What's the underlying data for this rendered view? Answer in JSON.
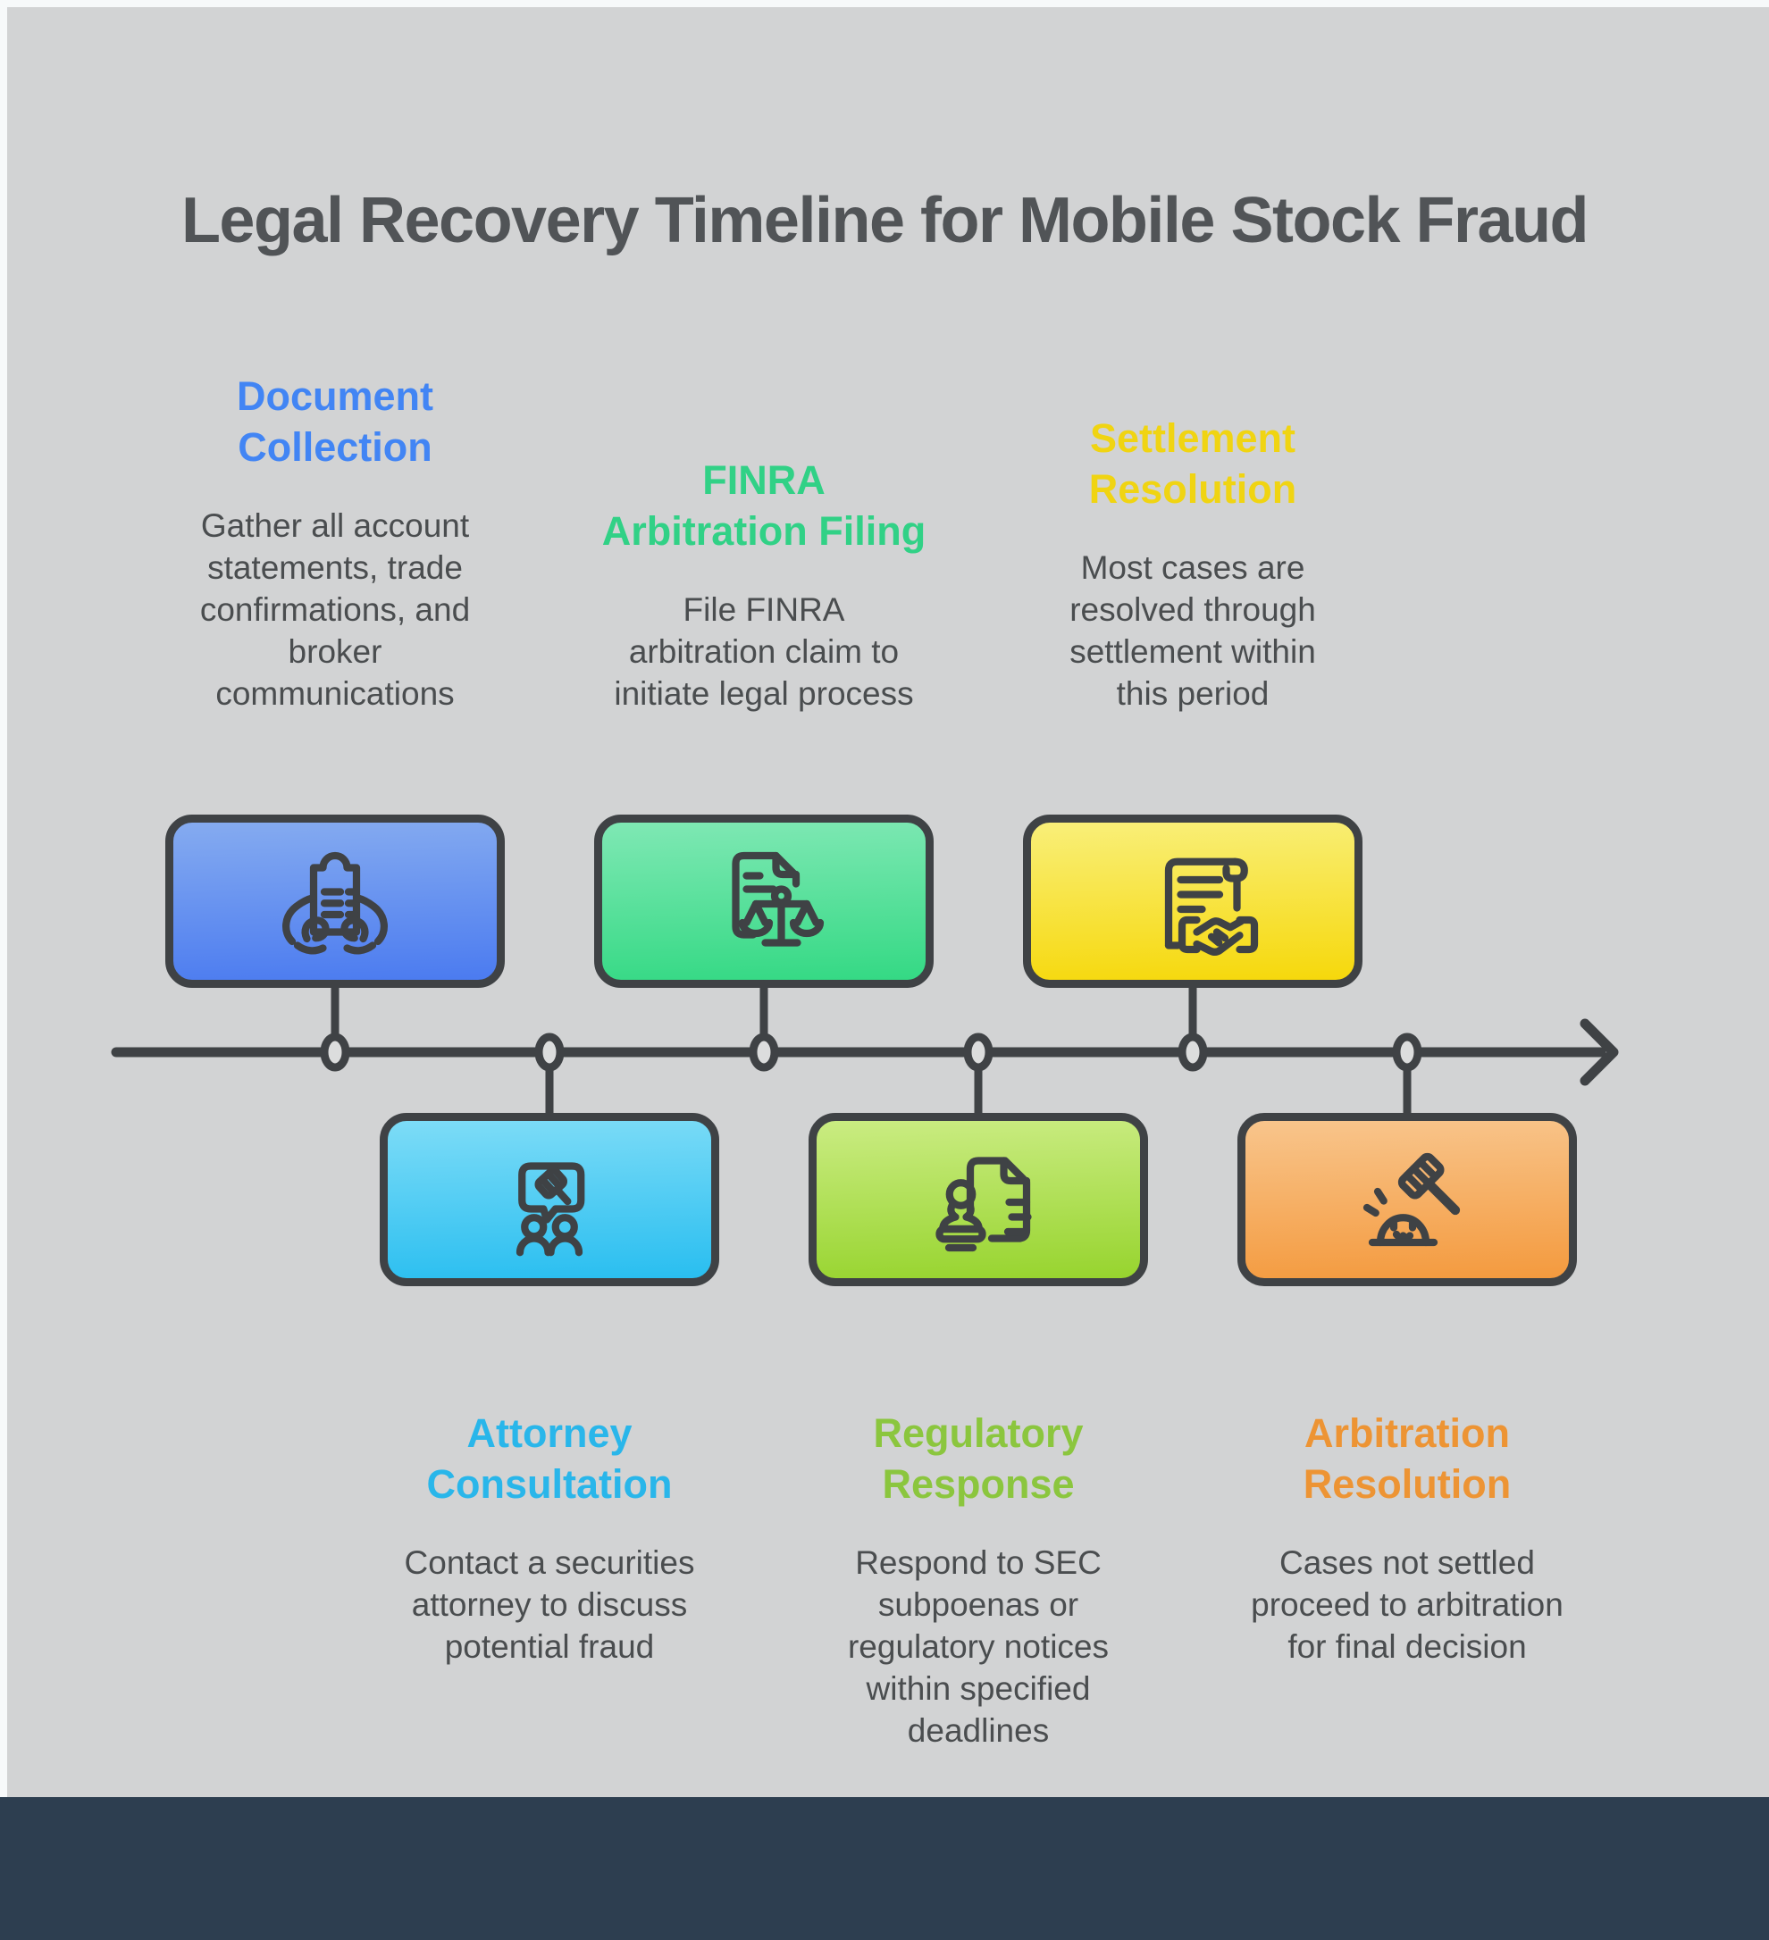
{
  "title": "Legal Recovery Timeline for Mobile Stock Fraud",
  "colors": {
    "page_edge": "#f7f9fa",
    "background": "#d2d3d4",
    "footer": "#2d3e50",
    "outline": "#3f4245",
    "title_text": "#515457",
    "body_text": "#4a4d4f",
    "node_fill": "#dcdddd"
  },
  "timeline": {
    "orientation": "horizontal",
    "direction": "left-to-right",
    "node_count": 6,
    "arrow": "right"
  },
  "stages": [
    {
      "order": 1,
      "position": "above",
      "heading_lines": [
        "Document",
        "Collection"
      ],
      "heading_color": "#4285f4",
      "body": "Gather all account statements, trade confirmations, and broker communications",
      "box_top_color": "#85abf0",
      "box_bottom_color": "#4b7bf0",
      "icon": "hands-holding-clipboard-icon"
    },
    {
      "order": 2,
      "position": "below",
      "heading_lines": [
        "Attorney",
        "Consultation"
      ],
      "heading_color": "#29b6ea",
      "body": "Contact a securities attorney to discuss potential fraud",
      "box_top_color": "#7ddcf7",
      "box_bottom_color": "#29bef0",
      "icon": "consultation-gavel-speech-icon"
    },
    {
      "order": 3,
      "position": "above",
      "heading_lines": [
        "FINRA",
        "Arbitration Filing"
      ],
      "heading_color": "#31d186",
      "body": "File FINRA arbitration claim to initiate legal process",
      "box_top_color": "#7fe8b4",
      "box_bottom_color": "#34d984",
      "icon": "document-scales-icon"
    },
    {
      "order": 4,
      "position": "below",
      "heading_lines": [
        "Regulatory",
        "Response"
      ],
      "heading_color": "#8bc63e",
      "body": "Respond to SEC subpoenas or regulatory notices within specified deadlines",
      "box_top_color": "#caec82",
      "box_bottom_color": "#97d42e",
      "icon": "document-approval-stamp-icon"
    },
    {
      "order": 5,
      "position": "above",
      "heading_lines": [
        "Settlement",
        "Resolution"
      ],
      "heading_color": "#f0d412",
      "body": "Most cases are resolved through settlement within this period",
      "box_top_color": "#f9ef79",
      "box_bottom_color": "#f6d80b",
      "icon": "scroll-handshake-icon"
    },
    {
      "order": 6,
      "position": "below",
      "heading_lines": [
        "Arbitration",
        "Resolution"
      ],
      "heading_color": "#ed9434",
      "body": "Cases not settled proceed to arbitration for final decision",
      "box_top_color": "#f8c58c",
      "box_bottom_color": "#f49a3e",
      "icon": "gavel-strike-icon"
    }
  ]
}
